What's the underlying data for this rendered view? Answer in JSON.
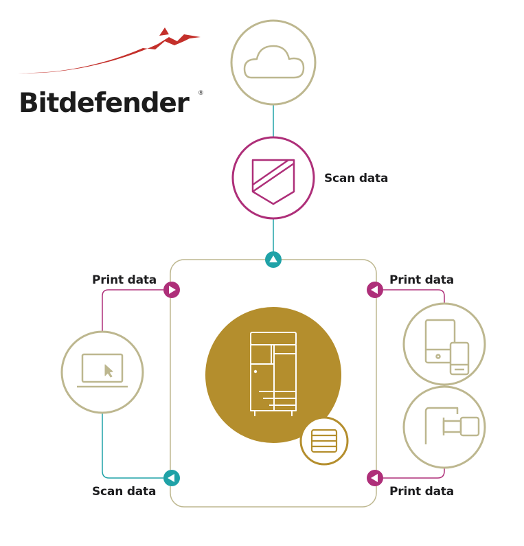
{
  "brand": {
    "name": "Bitdefender",
    "registered_mark": "®",
    "logo_color": "#c4302b"
  },
  "colors": {
    "olive": "#bdb78f",
    "magenta": "#ae2f79",
    "teal": "#1fa2a7",
    "gold": "#b48e2d",
    "text": "#1d1d1f"
  },
  "nodes": {
    "cloud": {
      "icon": "cloud-icon"
    },
    "security": {
      "icon": "shield-icon",
      "label": "Scan data"
    },
    "printer": {
      "icon": "printer-icon"
    },
    "storage": {
      "icon": "storage-icon"
    },
    "laptop": {
      "icon": "laptop-icon"
    },
    "mobile": {
      "icon": "tablet-phone-icon"
    },
    "usb": {
      "icon": "usb-drive-icon"
    }
  },
  "flows": {
    "laptop_print": {
      "label": "Print data",
      "direction": "right"
    },
    "laptop_scan": {
      "label": "Scan data",
      "direction": "left"
    },
    "mobile_print": {
      "label": "Print data",
      "direction": "left"
    },
    "usb_print": {
      "label": "Print data",
      "direction": "left"
    },
    "cloud_up": {
      "direction": "up"
    }
  }
}
